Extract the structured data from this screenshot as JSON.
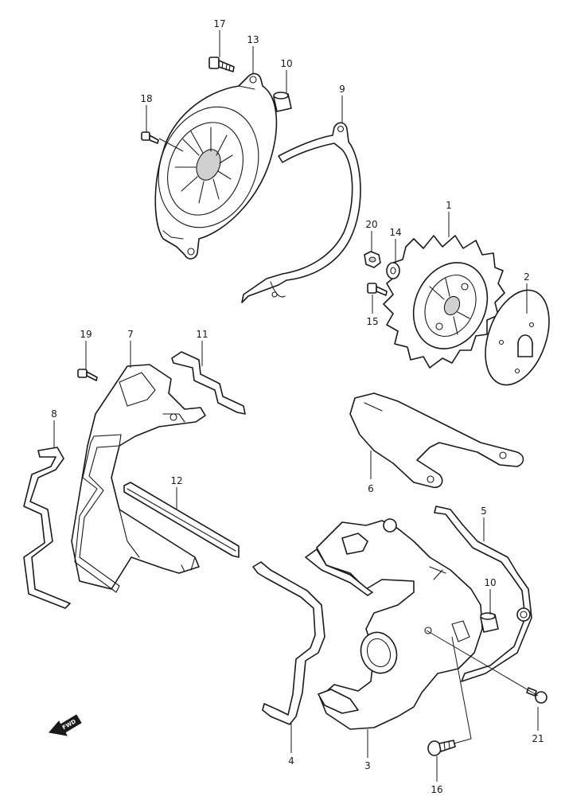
{
  "callouts": [
    {
      "id": "17",
      "label": "17"
    },
    {
      "id": "13",
      "label": "13"
    },
    {
      "id": "10a",
      "label": "10"
    },
    {
      "id": "18",
      "label": "18"
    },
    {
      "id": "9",
      "label": "9"
    },
    {
      "id": "1",
      "label": "1"
    },
    {
      "id": "20",
      "label": "20"
    },
    {
      "id": "14",
      "label": "14"
    },
    {
      "id": "2",
      "label": "2"
    },
    {
      "id": "15",
      "label": "15"
    },
    {
      "id": "19",
      "label": "19"
    },
    {
      "id": "7",
      "label": "7"
    },
    {
      "id": "11",
      "label": "11"
    },
    {
      "id": "8",
      "label": "8"
    },
    {
      "id": "6",
      "label": "6"
    },
    {
      "id": "12",
      "label": "12"
    },
    {
      "id": "5",
      "label": "5"
    },
    {
      "id": "10b",
      "label": "10"
    },
    {
      "id": "21",
      "label": "21"
    },
    {
      "id": "4",
      "label": "4"
    },
    {
      "id": "3",
      "label": "3"
    },
    {
      "id": "16",
      "label": "16"
    }
  ],
  "fwd": {
    "label": "FWD",
    "icon": "forward-arrow-icon"
  }
}
